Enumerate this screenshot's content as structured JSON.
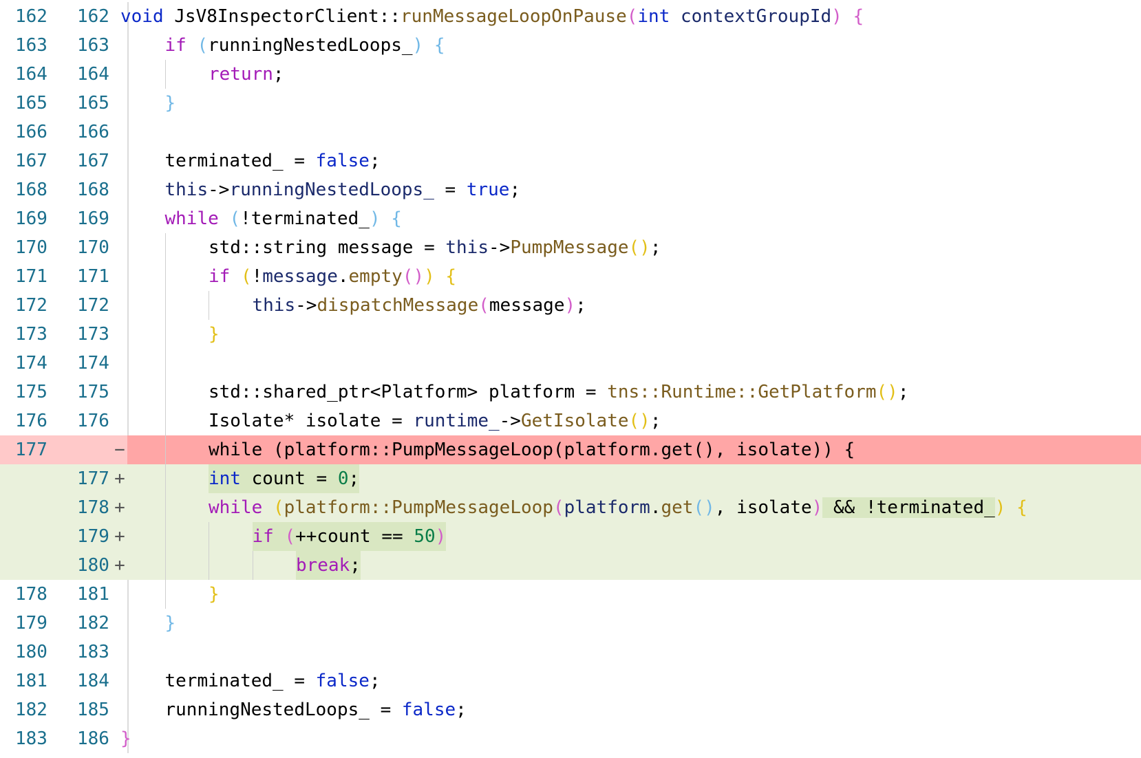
{
  "colors": {
    "deleted_row": "#ffc9c9",
    "deleted_code": "#ffa6a6",
    "added_row": "#eaf1dc",
    "added_highlight": "#d9e7c2",
    "line_number": "#1a6f8d",
    "keyword": "#0b28c8",
    "control": "#a31bb7",
    "function": "#7a5c1e"
  },
  "rows": [
    {
      "old": "162",
      "new": "162",
      "sign": "",
      "type": "ctx",
      "indent": 0,
      "tokens": [
        [
          "kw",
          "void"
        ],
        [
          "pl",
          " JsV8InspectorClient::"
        ],
        [
          "fn",
          "runMessageLoopOnPause"
        ],
        [
          "p1",
          "("
        ],
        [
          "kw",
          "int"
        ],
        [
          "pl",
          " "
        ],
        [
          "id",
          "contextGroupId"
        ],
        [
          "p1",
          ")"
        ],
        [
          "pl",
          " "
        ],
        [
          "p1",
          "{"
        ]
      ]
    },
    {
      "old": "163",
      "new": "163",
      "sign": "",
      "type": "ctx",
      "indent": 1,
      "tokens": [
        [
          "ctl",
          "if"
        ],
        [
          "pl",
          " "
        ],
        [
          "p2",
          "("
        ],
        [
          "pl",
          "runningNestedLoops_"
        ],
        [
          "p2",
          ")"
        ],
        [
          "pl",
          " "
        ],
        [
          "p2",
          "{"
        ]
      ]
    },
    {
      "old": "164",
      "new": "164",
      "sign": "",
      "type": "ctx",
      "indent": 2,
      "tokens": [
        [
          "ctl",
          "return"
        ],
        [
          "pl",
          ";"
        ]
      ]
    },
    {
      "old": "165",
      "new": "165",
      "sign": "",
      "type": "ctx",
      "indent": 1,
      "tokens": [
        [
          "p2",
          "}"
        ]
      ]
    },
    {
      "old": "166",
      "new": "166",
      "sign": "",
      "type": "ctx",
      "indent": 0,
      "tokens": []
    },
    {
      "old": "167",
      "new": "167",
      "sign": "",
      "type": "ctx",
      "indent": 1,
      "tokens": [
        [
          "pl",
          "terminated_ = "
        ],
        [
          "kw",
          "false"
        ],
        [
          "pl",
          ";"
        ]
      ]
    },
    {
      "old": "168",
      "new": "168",
      "sign": "",
      "type": "ctx",
      "indent": 1,
      "tokens": [
        [
          "id",
          "this"
        ],
        [
          "pl",
          "->"
        ],
        [
          "id",
          "runningNestedLoops_"
        ],
        [
          "pl",
          " = "
        ],
        [
          "kw",
          "true"
        ],
        [
          "pl",
          ";"
        ]
      ]
    },
    {
      "old": "169",
      "new": "169",
      "sign": "",
      "type": "ctx",
      "indent": 1,
      "tokens": [
        [
          "ctl",
          "while"
        ],
        [
          "pl",
          " "
        ],
        [
          "p2",
          "("
        ],
        [
          "pl",
          "!terminated_"
        ],
        [
          "p2",
          ")"
        ],
        [
          "pl",
          " "
        ],
        [
          "p2",
          "{"
        ]
      ]
    },
    {
      "old": "170",
      "new": "170",
      "sign": "",
      "type": "ctx",
      "indent": 2,
      "tokens": [
        [
          "pl",
          "std::string message = "
        ],
        [
          "id",
          "this"
        ],
        [
          "pl",
          "->"
        ],
        [
          "fn",
          "PumpMessage"
        ],
        [
          "p3",
          "()"
        ],
        [
          "pl",
          ";"
        ]
      ]
    },
    {
      "old": "171",
      "new": "171",
      "sign": "",
      "type": "ctx",
      "indent": 2,
      "tokens": [
        [
          "ctl",
          "if"
        ],
        [
          "pl",
          " "
        ],
        [
          "p3",
          "("
        ],
        [
          "pl",
          "!"
        ],
        [
          "id",
          "message"
        ],
        [
          "pl",
          "."
        ],
        [
          "fn",
          "empty"
        ],
        [
          "p1",
          "()"
        ],
        [
          "p3",
          ")"
        ],
        [
          "pl",
          " "
        ],
        [
          "p3",
          "{"
        ]
      ]
    },
    {
      "old": "172",
      "new": "172",
      "sign": "",
      "type": "ctx",
      "indent": 3,
      "tokens": [
        [
          "id",
          "this"
        ],
        [
          "pl",
          "->"
        ],
        [
          "fn",
          "dispatchMessage"
        ],
        [
          "p1",
          "("
        ],
        [
          "pl",
          "message"
        ],
        [
          "p1",
          ")"
        ],
        [
          "pl",
          ";"
        ]
      ]
    },
    {
      "old": "173",
      "new": "173",
      "sign": "",
      "type": "ctx",
      "indent": 2,
      "tokens": [
        [
          "p3",
          "}"
        ]
      ]
    },
    {
      "old": "174",
      "new": "174",
      "sign": "",
      "type": "ctx",
      "indent": 2,
      "tokens": []
    },
    {
      "old": "175",
      "new": "175",
      "sign": "",
      "type": "ctx",
      "indent": 2,
      "tokens": [
        [
          "pl",
          "std::shared_ptr<Platform> platform = "
        ],
        [
          "fn",
          "tns::Runtime::GetPlatform"
        ],
        [
          "p3",
          "()"
        ],
        [
          "pl",
          ";"
        ]
      ]
    },
    {
      "old": "176",
      "new": "176",
      "sign": "",
      "type": "ctx",
      "indent": 2,
      "tokens": [
        [
          "pl",
          "Isolate* isolate = "
        ],
        [
          "id",
          "runtime_"
        ],
        [
          "pl",
          "->"
        ],
        [
          "fn",
          "GetIsolate"
        ],
        [
          "p3",
          "()"
        ],
        [
          "pl",
          ";"
        ]
      ]
    },
    {
      "old": "177",
      "new": "",
      "sign": "−",
      "type": "del",
      "indent": 2,
      "tokens": [
        [
          "pl",
          "while (platform::PumpMessageLoop(platform.get(), isolate)) {"
        ]
      ]
    },
    {
      "old": "",
      "new": "177",
      "sign": "+",
      "type": "add",
      "indent": 2,
      "hl_full": true,
      "tokens": [
        [
          "kw",
          "int"
        ],
        [
          "pl",
          " count = "
        ],
        [
          "num",
          "0"
        ],
        [
          "pl",
          ";"
        ]
      ]
    },
    {
      "old": "",
      "new": "178",
      "sign": "+",
      "type": "add",
      "indent": 2,
      "tokens": [
        [
          "ctl",
          "while"
        ],
        [
          "pl",
          " "
        ],
        [
          "p3",
          "("
        ],
        [
          "fn",
          "platform::PumpMessageLoop"
        ],
        [
          "p1",
          "("
        ],
        [
          "id",
          "platform"
        ],
        [
          "pl",
          "."
        ],
        [
          "fn",
          "get"
        ],
        [
          "p2",
          "()"
        ],
        [
          "pl",
          ", isolate"
        ],
        [
          "p1",
          ")"
        ],
        [
          "hl",
          " && !terminated_"
        ],
        [
          "p3",
          ")"
        ],
        [
          "pl",
          " "
        ],
        [
          "p3",
          "{"
        ]
      ]
    },
    {
      "old": "",
      "new": "179",
      "sign": "+",
      "type": "add",
      "indent": 3,
      "hl_full": true,
      "tokens": [
        [
          "ctl",
          "if"
        ],
        [
          "pl",
          " "
        ],
        [
          "p1",
          "("
        ],
        [
          "pl",
          "++count == "
        ],
        [
          "num",
          "50"
        ],
        [
          "p1",
          ")"
        ]
      ]
    },
    {
      "old": "",
      "new": "180",
      "sign": "+",
      "type": "add",
      "indent": 4,
      "hl_full": true,
      "tokens": [
        [
          "ctl",
          "break"
        ],
        [
          "pl",
          ";"
        ]
      ]
    },
    {
      "old": "178",
      "new": "181",
      "sign": "",
      "type": "ctx",
      "indent": 2,
      "tokens": [
        [
          "p3",
          "}"
        ]
      ]
    },
    {
      "old": "179",
      "new": "182",
      "sign": "",
      "type": "ctx",
      "indent": 1,
      "tokens": [
        [
          "p2",
          "}"
        ]
      ]
    },
    {
      "old": "180",
      "new": "183",
      "sign": "",
      "type": "ctx",
      "indent": 0,
      "tokens": []
    },
    {
      "old": "181",
      "new": "184",
      "sign": "",
      "type": "ctx",
      "indent": 1,
      "tokens": [
        [
          "pl",
          "terminated_ = "
        ],
        [
          "kw",
          "false"
        ],
        [
          "pl",
          ";"
        ]
      ]
    },
    {
      "old": "182",
      "new": "185",
      "sign": "",
      "type": "ctx",
      "indent": 1,
      "tokens": [
        [
          "pl",
          "runningNestedLoops_ = "
        ],
        [
          "kw",
          "false"
        ],
        [
          "pl",
          ";"
        ]
      ]
    },
    {
      "old": "183",
      "new": "186",
      "sign": "",
      "type": "ctx",
      "indent": 0,
      "tokens": [
        [
          "p1",
          "}"
        ]
      ]
    }
  ]
}
